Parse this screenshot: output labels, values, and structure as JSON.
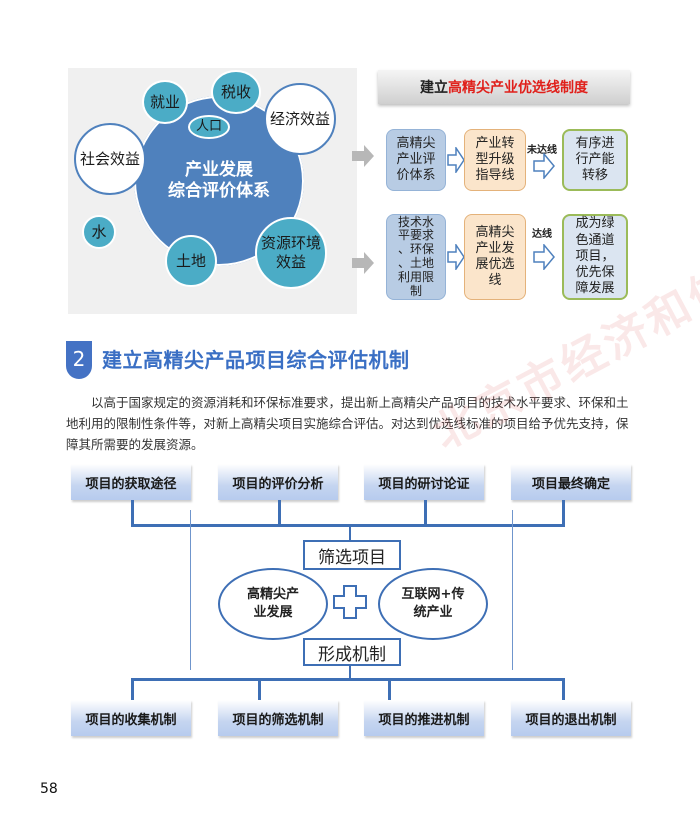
{
  "circle_diagram": {
    "center": [
      "产业发展",
      "综合评价体系"
    ],
    "nodes": {
      "jiuye": "就业",
      "shuishou": "税收",
      "renkou": "人口",
      "jingji": "经济效益",
      "shehui": "社会效益",
      "shui": "水",
      "tudi": "土地",
      "ziyuan": [
        "资源环境",
        "效益"
      ]
    }
  },
  "flow_right": {
    "banner_prefix": "建立",
    "banner_highlight": "高精尖产业优选线制度",
    "row1": {
      "box1": [
        "高精尖",
        "产业评",
        "价体系"
      ],
      "box2": [
        "产业转",
        "型升级",
        "指导线"
      ],
      "arrow_label": "未达线",
      "box3": [
        "有序进",
        "行产能",
        "转移"
      ]
    },
    "row2": {
      "box1": [
        "技术水",
        "平要求",
        "、环保",
        "、土地",
        "利用限",
        "制"
      ],
      "box2": [
        "高精尖",
        "产业发",
        "展优选",
        "线"
      ],
      "arrow_label": "达线",
      "box3": [
        "成为绿",
        "色通道",
        "项目，",
        "优先保",
        "障发展"
      ]
    },
    "colors": {
      "highlight_red": "#e0201b",
      "main_blue": "#4f81bd",
      "teal": "#4bacc6"
    }
  },
  "section": {
    "number": "2",
    "title": "建立高精尖产品项目综合评估机制",
    "paragraph": "以高于国家规定的资源消耗和环保标准要求，提出新上高精尖产品项目的技术水平要求、环保和土地利用的限制性条件等，对新上高精尖项目实施综合评估。对达到优选线标准的项目给予优先支持，保障其所需要的发展资源。"
  },
  "flow_diagram": {
    "top_boxes": [
      "项目的获取途径",
      "项目的评价分析",
      "项目的研讨论证",
      "项目最终确定"
    ],
    "filter_label": "筛选项目",
    "left_ellipse": [
      "高精尖产",
      "业发展"
    ],
    "right_ellipse": [
      "互联网+传",
      "统产业"
    ],
    "form_label": "形成机制",
    "bottom_boxes": [
      "项目的收集机制",
      "项目的筛选机制",
      "项目的推进机制",
      "项目的退出机制"
    ]
  },
  "watermark": "北京市经济和信",
  "page_number": "58"
}
